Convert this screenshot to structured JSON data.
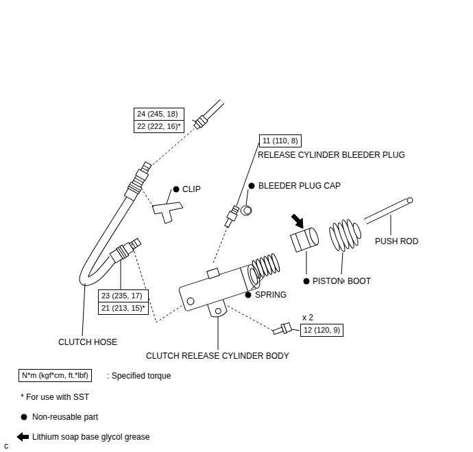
{
  "diagram": {
    "nodes": [
      {
        "text": [
          "24 (245, 18)",
          "22 (222, 16)*"
        ]
      },
      {
        "text": [
          "11 (110, 8)"
        ]
      },
      {
        "text": [
          "23 (235, 17)",
          "21 (213, 15)*"
        ]
      },
      {
        "text": [
          "12 (120, 9)"
        ]
      },
      {
        "text": [
          "N*m (kgf*cm, ft.*lbf)"
        ]
      }
    ],
    "labels": [
      "CLIP",
      "RELEASE CYLINDER BLEEDER PLUG",
      "BLEEDER PLUG CAP",
      "PUSH ROD",
      "PISTON",
      "BOOT",
      "SPRING",
      "x 2",
      "CLUTCH HOSE",
      "CLUTCH RELEASE CYLINDER BODY",
      ": Specified torque",
      "* For use with SST",
      "c"
    ],
    "legend": [
      {
        "text": "Non-reusable part"
      },
      {
        "text": "Lithium soap base glycol grease"
      }
    ]
  }
}
